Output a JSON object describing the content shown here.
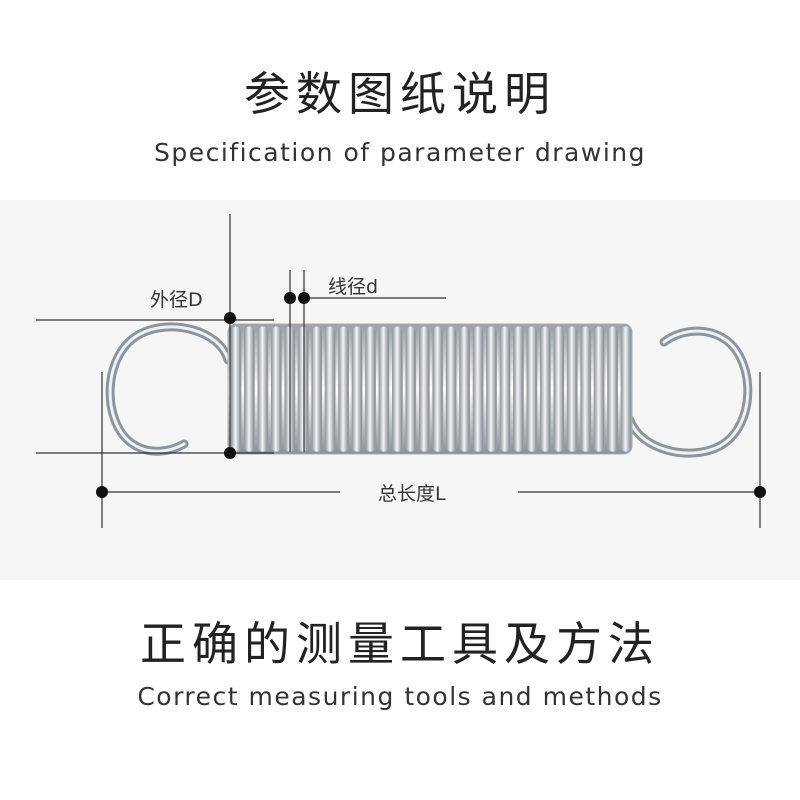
{
  "header": {
    "title_cn": "参数图纸说明",
    "title_en": "Specification of parameter drawing"
  },
  "diagram": {
    "outer_diameter_label": "外径D",
    "wire_diameter_label": "线径d",
    "total_length_label": "总长度L",
    "coil_count": 30
  },
  "footer": {
    "title_cn": "正确的测量工具及方法",
    "title_en": "Correct measuring tools and methods"
  }
}
